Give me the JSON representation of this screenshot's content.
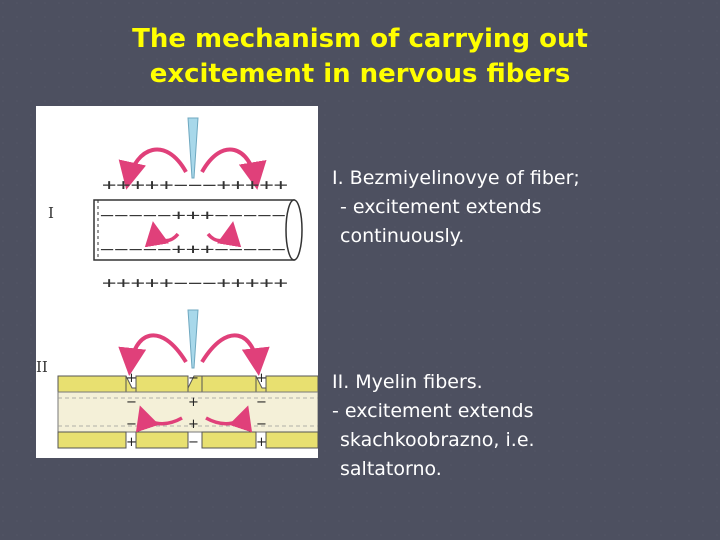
{
  "title": {
    "line1": "The mechanism of carrying out",
    "line2": "excitement in nervous fibers"
  },
  "colors": {
    "background": "#4d5060",
    "title": "#ffff00",
    "text": "#ffffff",
    "arrow": "#e0407a",
    "myelin": "#e8e070",
    "electrode": "#a8d8ea"
  },
  "figure": {
    "roman_1": "I",
    "roman_2": "II",
    "fiber1": {
      "top_charges": "+++++−−−+++++",
      "inner_top": "−−−−−+++−−−−−",
      "inner_bottom": "−−−−−+++−−−−−",
      "bottom_charges": "+++++−−−+++++"
    }
  },
  "section1": {
    "heading": "I. Bezmiyelinovye of fiber;",
    "line2": "- excitement extends",
    "line3": "continuously."
  },
  "section2": {
    "heading": "II. Myelin fibers.",
    "line2": "- excitement extends",
    "line3": "skachkoobrazno, i.e.",
    "line4": "saltatorno."
  }
}
